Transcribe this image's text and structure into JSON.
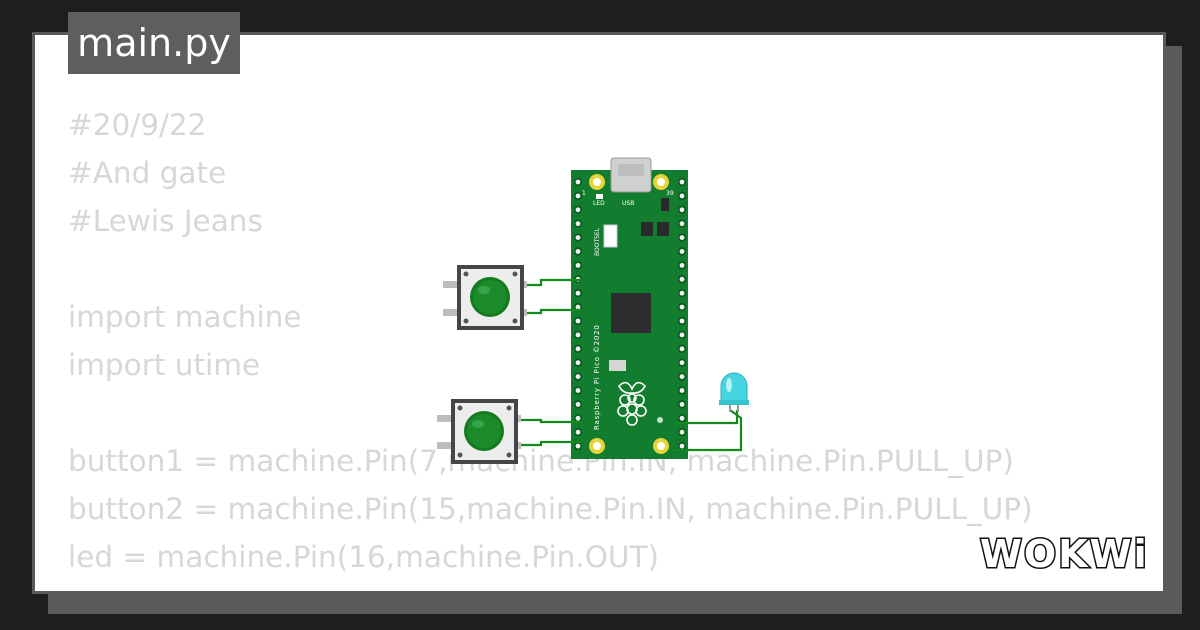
{
  "editor": {
    "file_tab": "main.py",
    "code_lines": [
      "#20/9/22",
      "#And gate",
      "#Lewis Jeans",
      "",
      "import machine",
      "import utime",
      "",
      "button1 = machine.Pin(7,machine.Pin.IN, machine.Pin.PULL_UP)",
      "button2 = machine.Pin(15,machine.Pin.IN, machine.Pin.PULL_UP)",
      "led = machine.Pin(16,machine.Pin.OUT)"
    ]
  },
  "board": {
    "silkscreen_text": "Raspberry Pi Pico ©2020",
    "led_label": "LED",
    "usb_label": "USB",
    "bootsel_label": "BOOTSEL",
    "pin1_label": "1",
    "pin39_label": "39"
  },
  "branding": {
    "logo_text": "WOKWi"
  },
  "colors": {
    "board": "#127d2f",
    "wire": "#138a1c",
    "button_cap": "#1a8a2a",
    "led": "#46d5e0",
    "code_text": "#d7d7d7"
  }
}
